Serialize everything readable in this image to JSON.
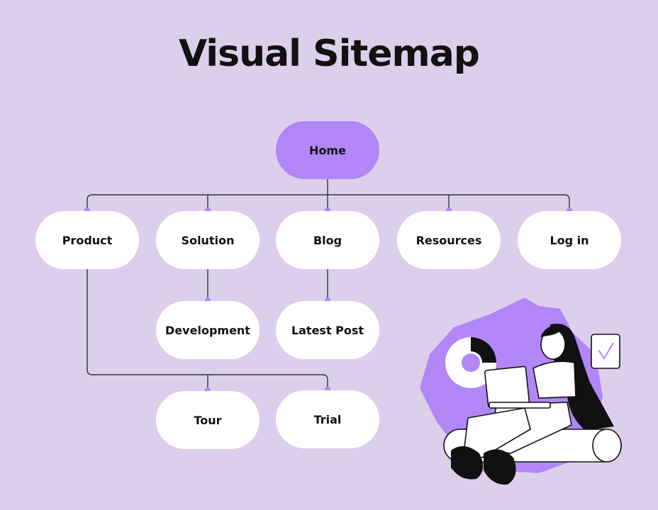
{
  "title": "Visual Sitemap",
  "colors": {
    "background": "#dccfec",
    "accent": "#b286f7",
    "node_fill": "#ffffff",
    "line": "#333333",
    "text": "#111111"
  },
  "nodes": {
    "home": "Home",
    "product": "Product",
    "solution": "Solution",
    "blog": "Blog",
    "resources": "Resources",
    "login": "Log in",
    "development": "Development",
    "latest_post": "Latest Post",
    "tour": "Tour",
    "trial": "Trial"
  },
  "illustration": {
    "subject": "person-with-laptop-icon",
    "accessories": [
      "donut-chart-icon",
      "checkmark-card-icon"
    ]
  }
}
